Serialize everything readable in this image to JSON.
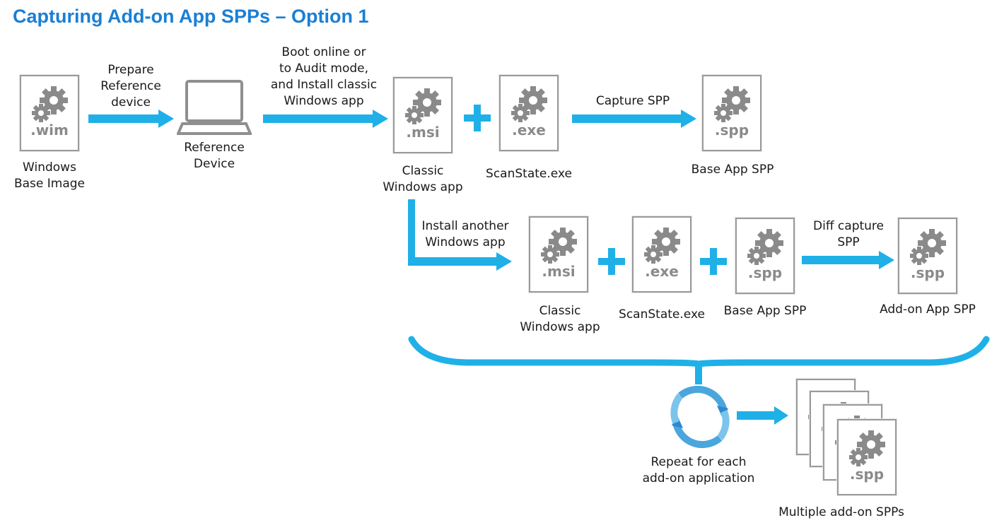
{
  "title": "Capturing Add-on App SPPs – Option 1",
  "files": {
    "wim": ".wim",
    "msi": ".msi",
    "exe": ".exe",
    "spp": ".spp"
  },
  "labels": {
    "windows_base_image": [
      "Windows",
      "Base Image"
    ],
    "prepare_reference": [
      "Prepare",
      "Reference",
      "device"
    ],
    "reference_device": [
      "Reference",
      "Device"
    ],
    "boot_online": [
      "Boot online or",
      "to Audit mode,",
      "and Install classic",
      "Windows app"
    ],
    "classic_windows_app": [
      "Classic",
      "Windows app"
    ],
    "scanstate": "ScanState.exe",
    "capture_spp": "Capture SPP",
    "base_app_spp": "Base App SPP",
    "install_another": [
      "Install another",
      "Windows app"
    ],
    "diff_capture": [
      "Diff capture",
      "SPP"
    ],
    "addon_app_spp": "Add-on App SPP",
    "repeat": [
      "Repeat for each",
      "add-on application"
    ],
    "multiple_spps": "Multiple add-on SPPs"
  },
  "colors": {
    "accent": "#1fb0e8",
    "title": "#1a7fd4",
    "gear": "#8a8a8a"
  },
  "icons": [
    "gear-icon",
    "laptop-icon",
    "plus-icon",
    "arrow-icon",
    "cycle-icon"
  ]
}
